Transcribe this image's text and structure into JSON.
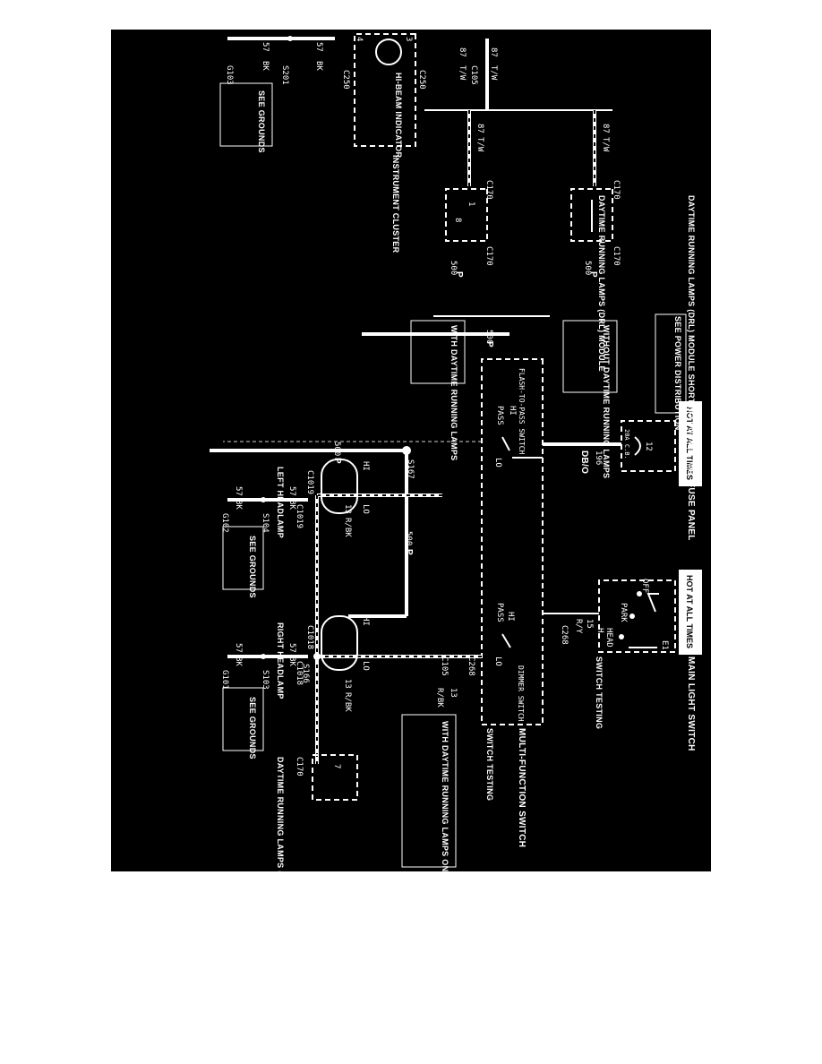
{
  "labels": {
    "fuse_panel": "FUSE PANEL",
    "hot_at_all_times_1": "HOT AT ALL TIMES",
    "hot_at_all_times_2": "HOT AT ALL TIMES",
    "main_light_switch": "MAIN LIGHT SWITCH",
    "switch_testing_1": "SWITCH TESTING",
    "multi_function_switch": "MULTI-FUNCTION SWITCH",
    "switch_testing_2": "SWITCH TESTING",
    "see_power_distribution": "SEE POWER DISTRIBUTION",
    "flash_to_pass_switch": "FLASH-TO-PASS SWITCH",
    "dimmer_switch": "DIMMER SWITCH",
    "without_drl": "WITHOUT DAYTIME RUNNING LAMPS",
    "with_drl": "WITH DAYTIME RUNNING LAMPS",
    "drl_shorting": "DAYTIME RUNNING LAMPS (DRL) MODULE SHORTING CONNECTOR",
    "drl_module_top": "DAYTIME RUNNING LAMPS (DRL) MODULE",
    "instrument_cluster": "INSTRUMENT CLUSTER",
    "hi_beam_indicator": "HI-BEAM INDICATOR",
    "left_headlamp": "LEFT HEADLAMP",
    "right_headlamp": "RIGHT HEADLAMP",
    "drl_module_bottom": "DAYTIME RUNNING LAMPS (DRL) MODULE",
    "with_drl_only": "WITH DAYTIME RUNNING LAMPS ONLY",
    "see_grounds_1": "SEE GROUNDS",
    "see_grounds_2": "SEE GROUNDS",
    "see_grounds_3": "SEE GROUNDS",
    "breaker": "20A C.B.",
    "pin_12": "12",
    "off": "OFF",
    "park": "PARK",
    "head": "HEAD",
    "pass": "PASS",
    "hi": "HI",
    "lo": "LO",
    "h": "H",
    "e1": "E1",
    "pin_1": "1",
    "pin_3": "3",
    "pin_4": "4",
    "pin_7": "7",
    "pin_8": "8"
  },
  "wires": {
    "w196": "196",
    "dbo": "DB/O",
    "w15": "15",
    "ry": "R/Y",
    "w500": "500",
    "p": "P",
    "w13": "13",
    "rbk": "R/BK",
    "w87": "87",
    "tw": "T/W",
    "w57": "57",
    "bk": "BK"
  },
  "connectors": {
    "c268": "C268",
    "c105": "C105",
    "c170": "C170",
    "c250": "C250",
    "c1019": "C1019",
    "c1018": "C1018",
    "s167": "S167",
    "s166": "S166",
    "s104": "S104",
    "s103": "S103",
    "s201": "S201",
    "g103": "G103",
    "g102": "G102",
    "g101": "G101"
  }
}
